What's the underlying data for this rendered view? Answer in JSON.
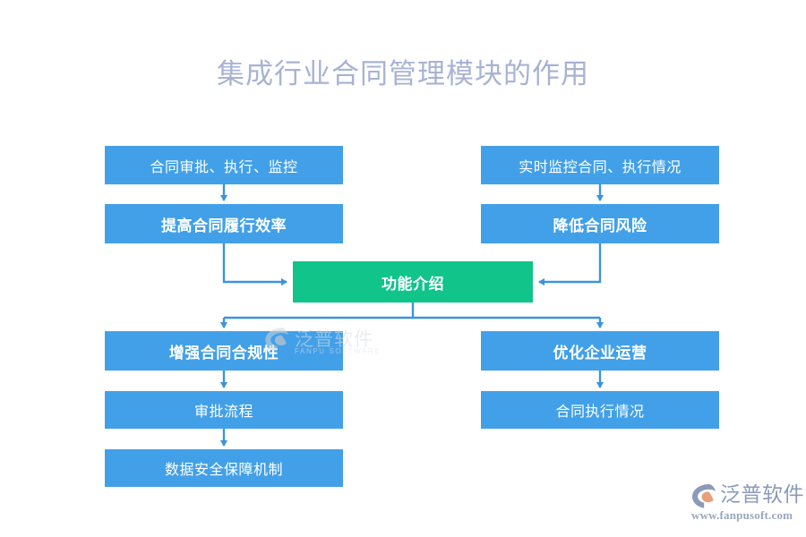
{
  "title": "集成行业合同管理模块的作用",
  "colors": {
    "title_text": "#a7b3d3",
    "box_blue": "#42a0e8",
    "box_green": "#10c48a",
    "connector": "#3d93dc",
    "background": "#ffffff",
    "logo_blue": "#8b9ab8",
    "logo_orange": "#e8a07a"
  },
  "diagram": {
    "type": "flowchart",
    "center": {
      "id": "node-center",
      "label": "功能介绍",
      "style": "green",
      "weight": "bold"
    },
    "left_column": [
      {
        "id": "node-l1",
        "label": "合同审批、执行、监控",
        "style": "blue",
        "weight": "normal"
      },
      {
        "id": "node-l2",
        "label": "提高合同履行效率",
        "style": "blue",
        "weight": "bold"
      },
      {
        "id": "node-l3",
        "label": "增强合同合规性",
        "style": "blue",
        "weight": "bold"
      },
      {
        "id": "node-l4",
        "label": "审批流程",
        "style": "blue",
        "weight": "normal"
      },
      {
        "id": "node-l5",
        "label": "数据安全保障机制",
        "style": "blue",
        "weight": "normal"
      }
    ],
    "right_column": [
      {
        "id": "node-r1",
        "label": "实时监控合同、执行情况",
        "style": "blue",
        "weight": "normal"
      },
      {
        "id": "node-r2",
        "label": "降低合同风险",
        "style": "blue",
        "weight": "bold"
      },
      {
        "id": "node-r3",
        "label": "优化企业运营",
        "style": "blue",
        "weight": "bold"
      },
      {
        "id": "node-r4",
        "label": "合同执行情况",
        "style": "blue",
        "weight": "normal"
      }
    ],
    "edges": [
      {
        "from": "node-l1",
        "to": "node-l2",
        "kind": "arrow-down"
      },
      {
        "from": "node-l2",
        "to": "node-center",
        "kind": "elbow-right"
      },
      {
        "from": "node-r1",
        "to": "node-r2",
        "kind": "arrow-down"
      },
      {
        "from": "node-r2",
        "to": "node-center",
        "kind": "elbow-left"
      },
      {
        "from": "node-center",
        "to": "node-l3",
        "kind": "split-down-left"
      },
      {
        "from": "node-center",
        "to": "node-r3",
        "kind": "split-down-right"
      },
      {
        "from": "node-l3",
        "to": "node-l4",
        "kind": "arrow-down"
      },
      {
        "from": "node-l4",
        "to": "node-l5",
        "kind": "arrow-down"
      },
      {
        "from": "node-r3",
        "to": "node-r4",
        "kind": "arrow-down"
      }
    ]
  },
  "watermark": {
    "text": "泛普软件",
    "subtext": "FANPU SOFTWARE"
  },
  "logo": {
    "name": "泛普软件",
    "url": "www.fanpusoft.com"
  }
}
